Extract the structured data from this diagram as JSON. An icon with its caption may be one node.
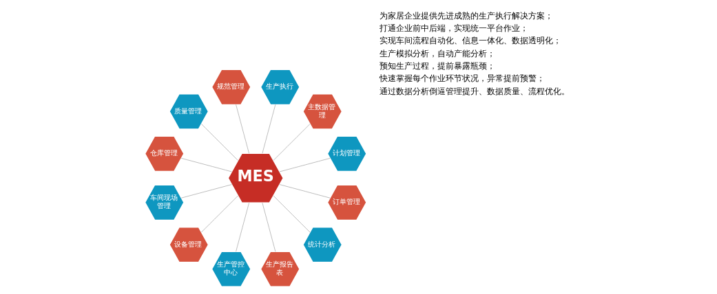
{
  "diagram": {
    "nodes": [
      {
        "text": [
          "MES"
        ]
      },
      {
        "text": [
          "计划管理"
        ]
      },
      {
        "text": [
          "主数据管理"
        ]
      },
      {
        "text": [
          "生产执行"
        ]
      },
      {
        "text": [
          "规范管理"
        ]
      },
      {
        "text": [
          "质量管理"
        ]
      },
      {
        "text": [
          "仓库管理"
        ]
      },
      {
        "text": [
          "车间现场管理"
        ]
      },
      {
        "text": [
          "设备管理"
        ]
      },
      {
        "text": [
          "生产管控中心"
        ]
      },
      {
        "text": [
          "生产报告表"
        ]
      },
      {
        "text": [
          "统计分析"
        ]
      },
      {
        "text": [
          "订单管理"
        ]
      }
    ],
    "edges": [
      {
        "from": 0,
        "to": 1,
        "arrow": "none"
      },
      {
        "from": 0,
        "to": 2,
        "arrow": "none"
      },
      {
        "from": 0,
        "to": 3,
        "arrow": "none"
      },
      {
        "from": 0,
        "to": 4,
        "arrow": "none"
      },
      {
        "from": 0,
        "to": 5,
        "arrow": "none"
      },
      {
        "from": 0,
        "to": 6,
        "arrow": "none"
      },
      {
        "from": 0,
        "to": 7,
        "arrow": "none"
      },
      {
        "from": 0,
        "to": 8,
        "arrow": "none"
      },
      {
        "from": 0,
        "to": 9,
        "arrow": "none"
      },
      {
        "from": 0,
        "to": 10,
        "arrow": "none"
      },
      {
        "from": 0,
        "to": 11,
        "arrow": "none"
      },
      {
        "from": 0,
        "to": 12,
        "arrow": "none"
      }
    ],
    "labels": [
      "为家居企业提供先进成熟的生产执行解决方案；",
      "打通企业前中后端，实现统一平台作业；",
      "实现车间流程自动化、信息一体化、数据透明化；",
      "生产模拟分析，自动产能分析；",
      "预知生产过程，提前暴露瓶颈；",
      "快速掌握每个作业环节状况，异常提前预警；",
      "通过数据分析倒逼管理提升、数据质量、流程优化。"
    ]
  }
}
